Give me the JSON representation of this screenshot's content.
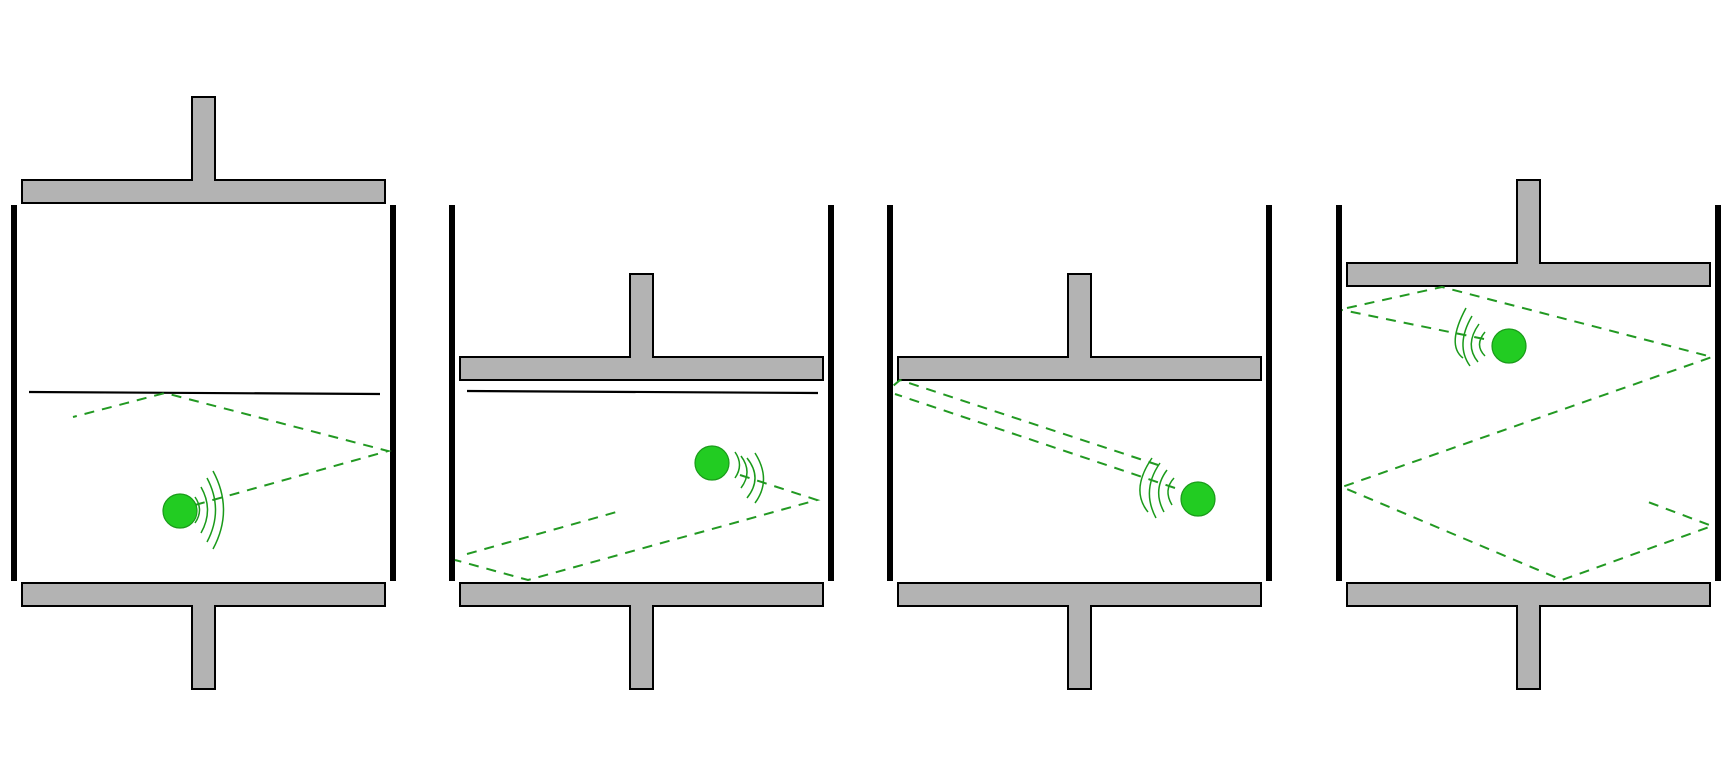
{
  "colors": {
    "accent": "#22cc22",
    "accent_stroke": "#1a9a1a",
    "ray": "#229922",
    "plate_fill": "#b3b3b3",
    "outline": "#000000",
    "background": "#ffffff"
  },
  "panels": [
    {
      "id": "panel-1",
      "piston_position": "raised",
      "membrane": "in-gap",
      "sound_source": "lower-left"
    },
    {
      "id": "panel-2",
      "piston_position": "lowered",
      "membrane": "under-piston",
      "sound_source": "right"
    },
    {
      "id": "panel-3",
      "piston_position": "lowered",
      "membrane": "none",
      "sound_source": "lower-right"
    },
    {
      "id": "panel-4",
      "piston_position": "inside-top",
      "membrane": "none",
      "sound_source": "upper-middle"
    }
  ]
}
